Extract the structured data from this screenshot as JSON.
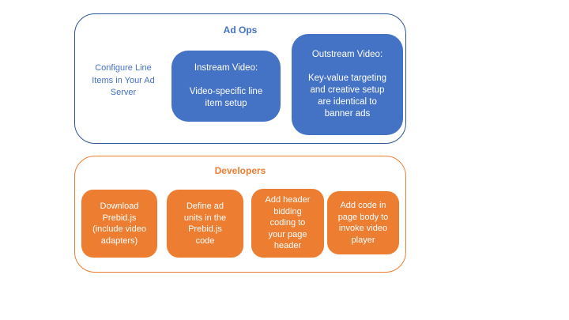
{
  "colors": {
    "canvas_bg": "#FFFFFF",
    "blue_fill": "#4472C4",
    "blue_border": "#2F5496",
    "blue_text": "#4472C4",
    "orange": "#ED7D31",
    "white_text": "#FFFFFF"
  },
  "ad_ops": {
    "title": "Ad Ops",
    "side_note_lines": [
      "Configure Line",
      "Items in Your Ad",
      "Server"
    ],
    "instream": {
      "heading": "Instream Video:",
      "body_lines": [
        "Video-specific line",
        "item setup"
      ]
    },
    "outstream": {
      "heading": "Outstream Video:",
      "body_lines": [
        "Key-value targeting",
        "and creative setup",
        "are identical to",
        "banner ads"
      ]
    }
  },
  "developers": {
    "title": "Developers",
    "steps": [
      {
        "lines": [
          "Download",
          "Prebid.js",
          "(include video",
          "adapters)"
        ]
      },
      {
        "lines": [
          "Define ad",
          "units in the",
          "Prebid.js",
          "code"
        ]
      },
      {
        "lines": [
          "Add header",
          "bidding",
          "coding to",
          "your page",
          "header"
        ]
      },
      {
        "lines": [
          "Add code in",
          "page body to",
          "invoke video",
          "player"
        ]
      }
    ]
  }
}
